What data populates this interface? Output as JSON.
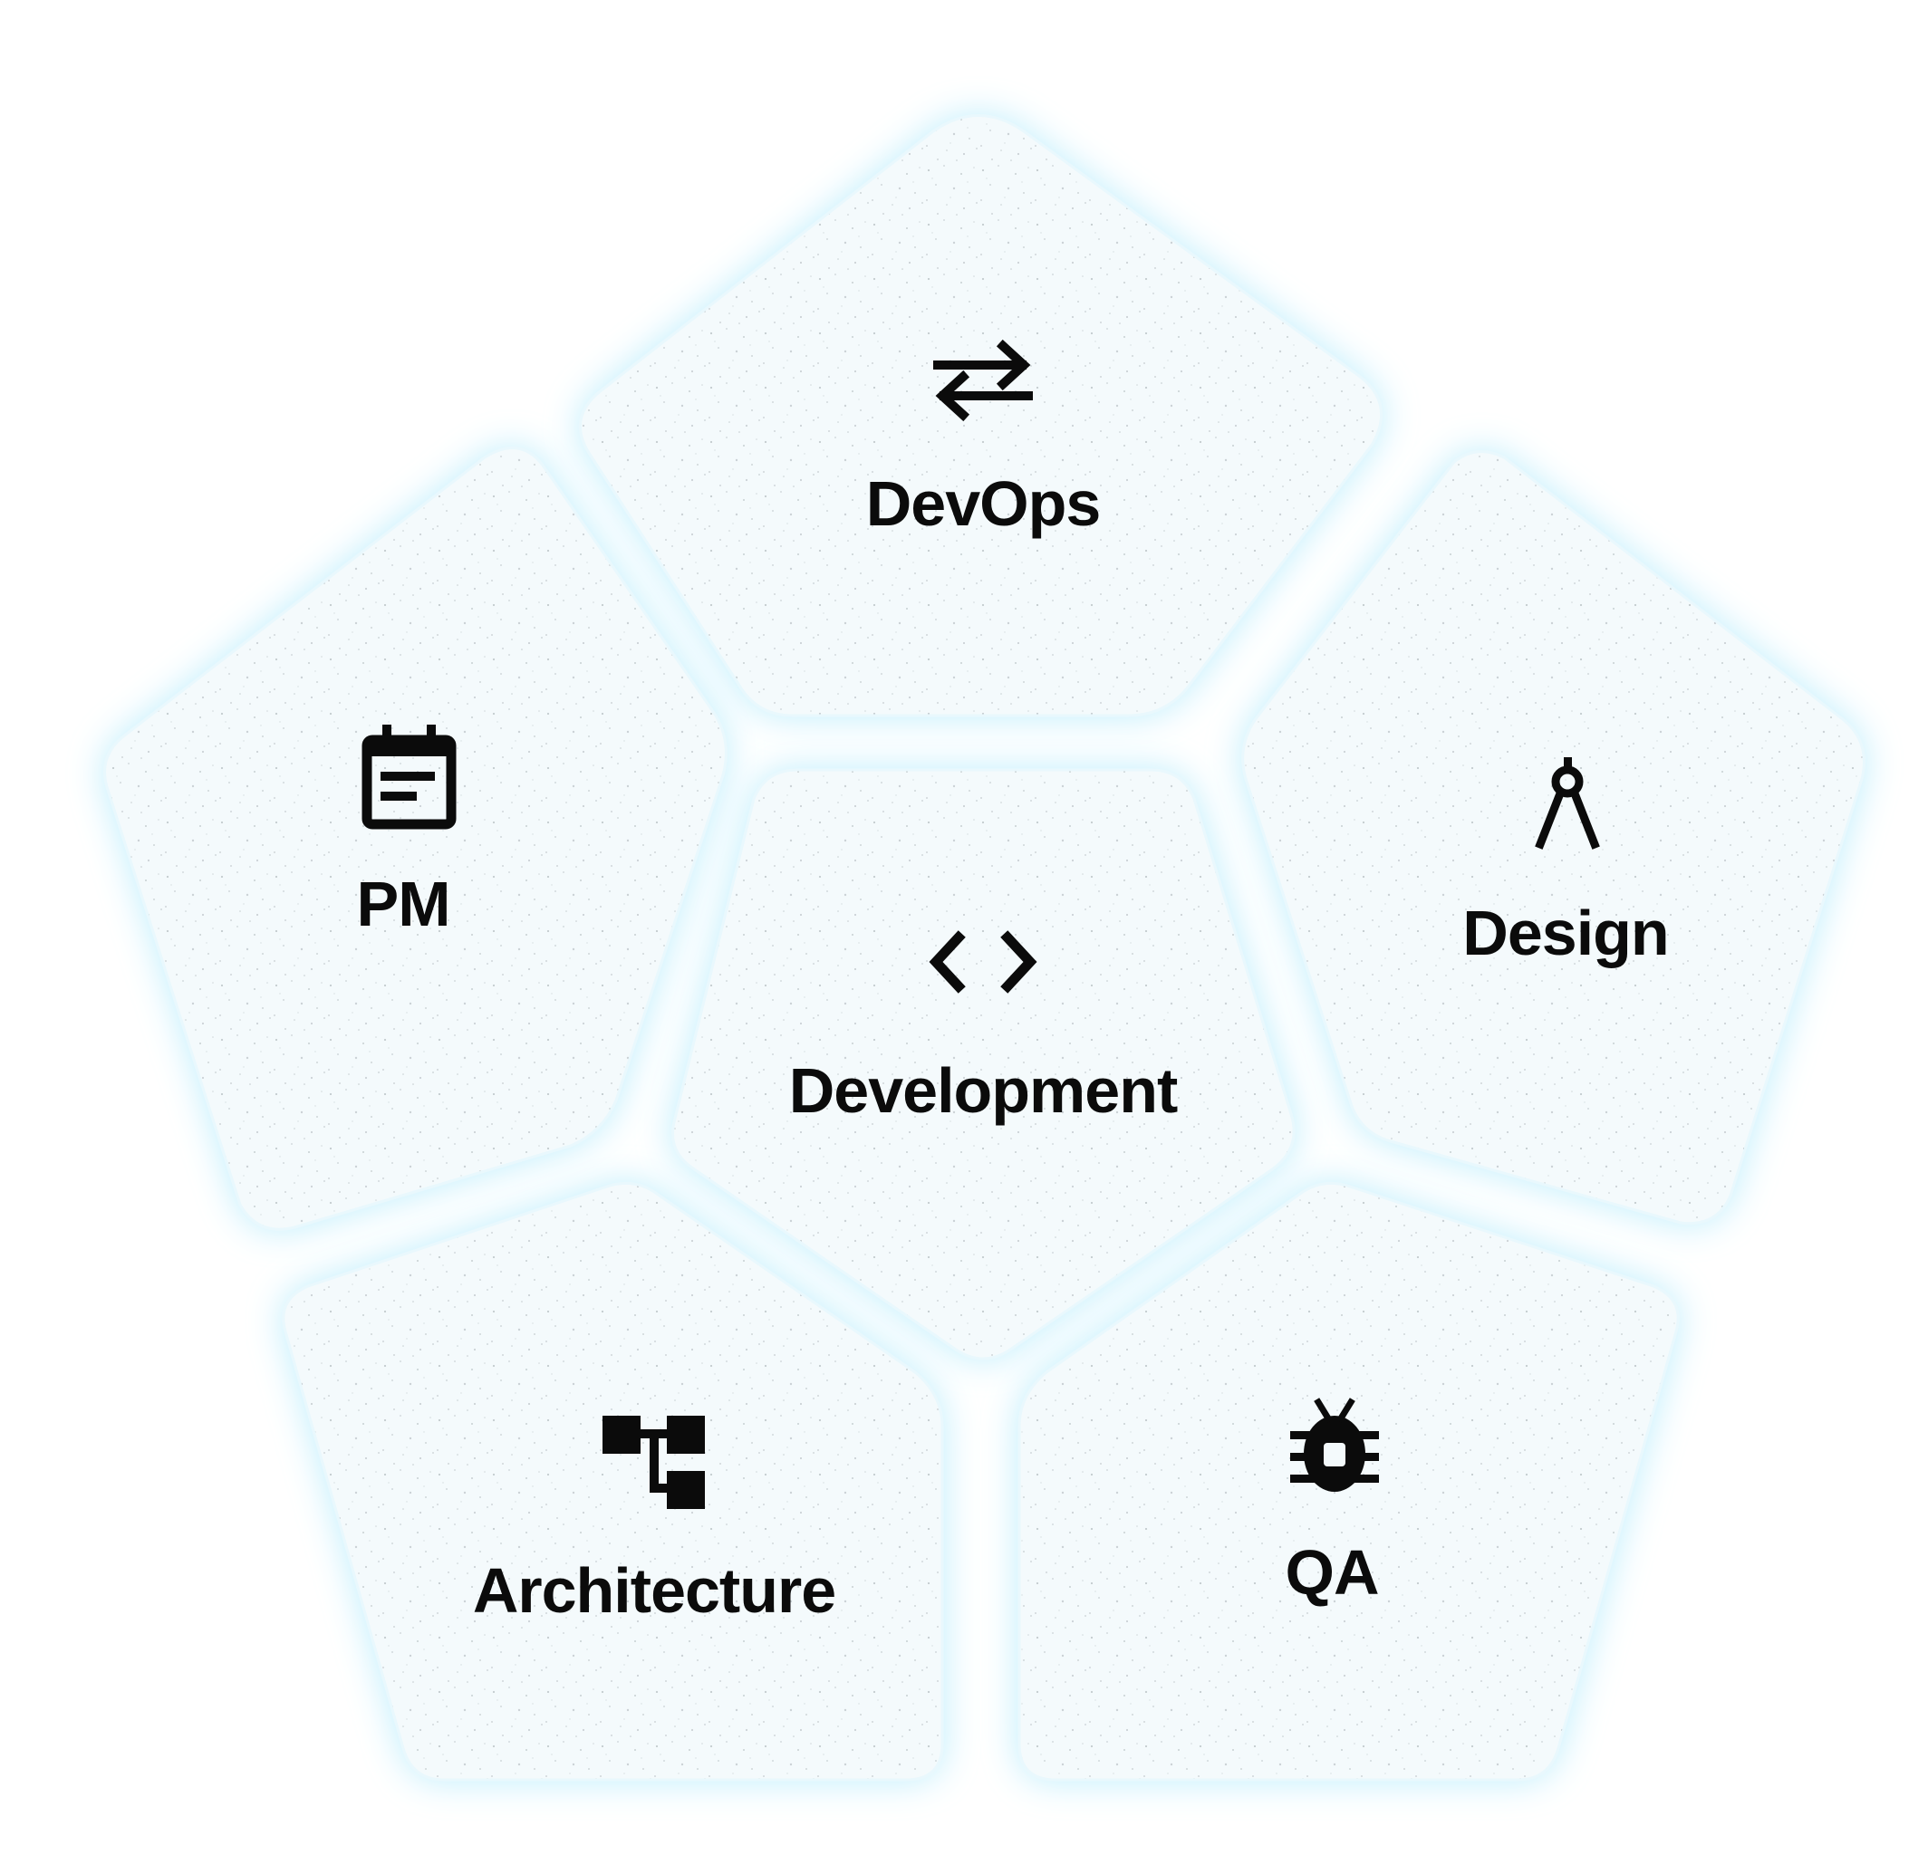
{
  "diagram": {
    "segments": [
      {
        "id": "devops",
        "label": "DevOps",
        "icon": "swap-arrows-icon"
      },
      {
        "id": "pm",
        "label": "PM",
        "icon": "calendar-icon"
      },
      {
        "id": "development",
        "label": "Development",
        "icon": "code-brackets-icon"
      },
      {
        "id": "design",
        "label": "Design",
        "icon": "drafting-compass-icon"
      },
      {
        "id": "architecture",
        "label": "Architecture",
        "icon": "hierarchy-blocks-icon"
      },
      {
        "id": "qa",
        "label": "QA",
        "icon": "bug-icon"
      }
    ],
    "colors": {
      "tile_fill": "#f4fafc",
      "tile_glow": "#bfeefc",
      "text": "#0b0b0b",
      "speckle": "#9aa3a8"
    }
  }
}
